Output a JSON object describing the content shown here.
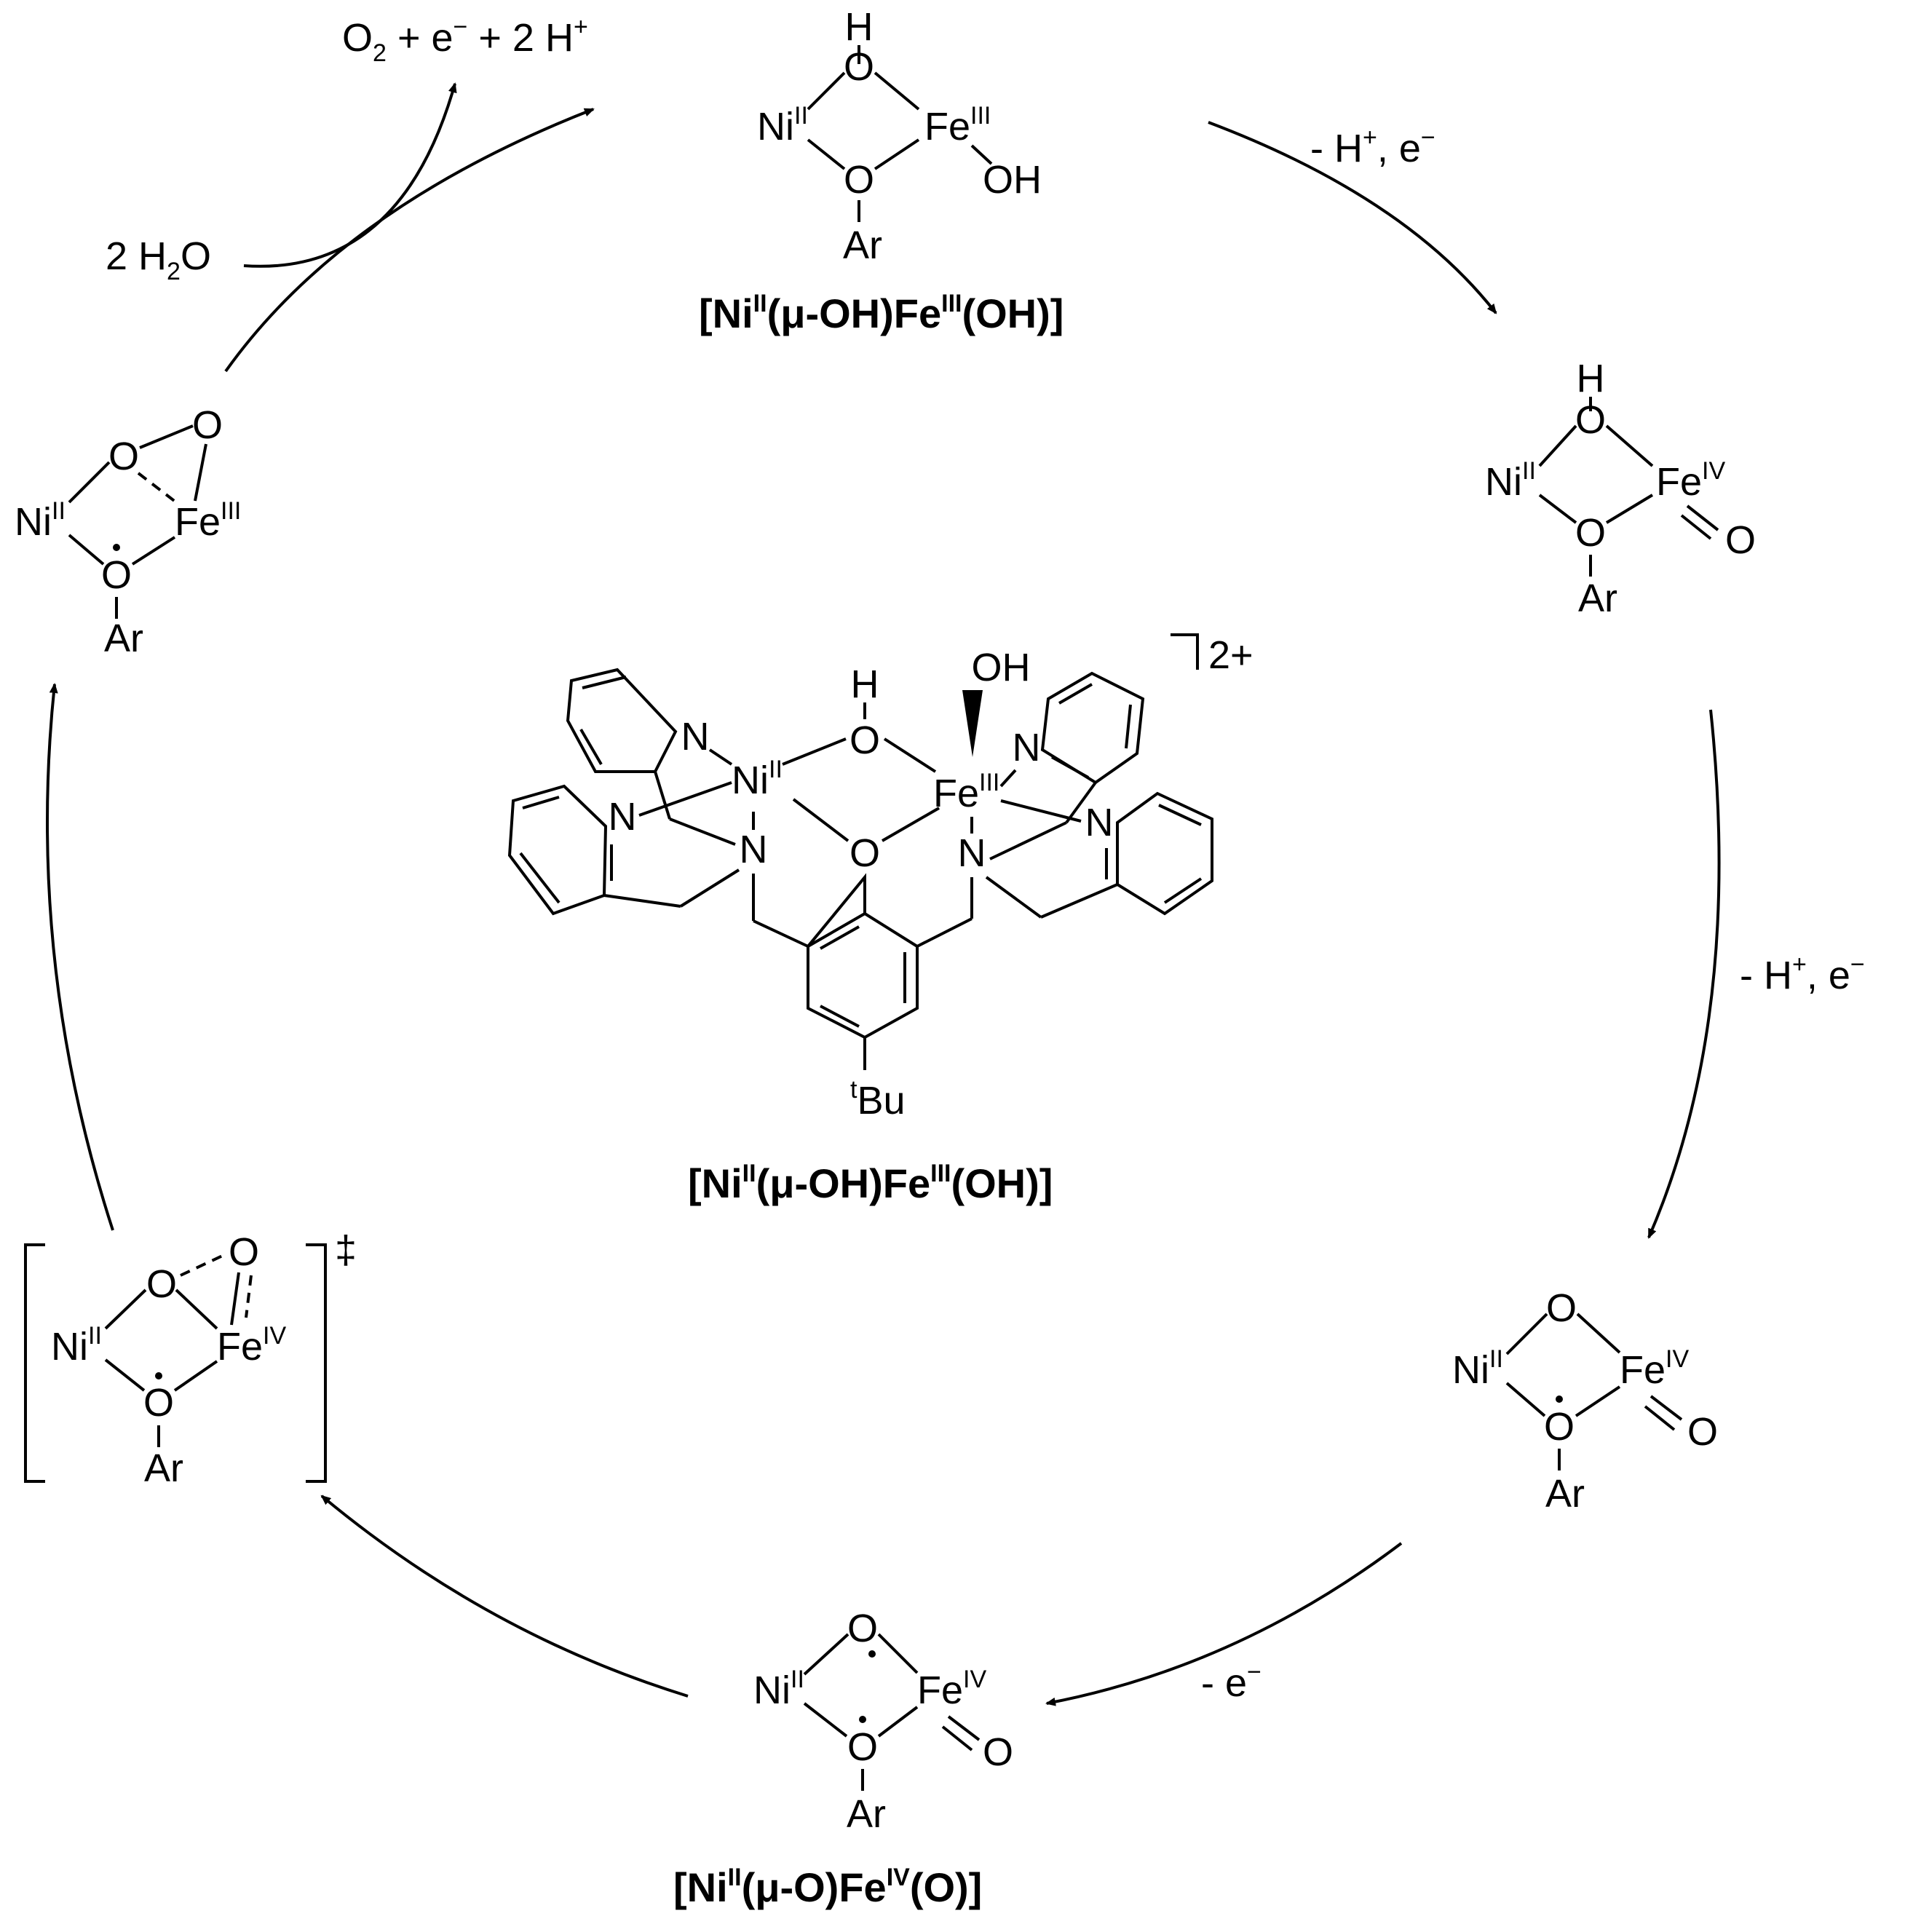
{
  "steps": {
    "s1": "- H",
    "s1_sup": "+",
    "s1_rest": ", e",
    "s1_e_sup": "−",
    "s2": "- H",
    "s2_sup": "+",
    "s2_rest": ", e",
    "s2_e_sup": "−",
    "s3": "- e",
    "s3_sup": "−",
    "water": "2 H",
    "water_sub": "2",
    "water_o": "O",
    "o2_o": "O",
    "o2_sub": "2",
    "o2_rest": " + e",
    "o2_e_sup": "−",
    "o2_rest2": " + 2 H",
    "o2_h_sup": "+"
  },
  "atoms": {
    "ni": "Ni",
    "fe": "Fe",
    "o": "O",
    "oh": "OH",
    "h": "H",
    "ar": "Ar",
    "n": "N",
    "bu": "Bu",
    "t": "t",
    "ii": "II",
    "iii": "III",
    "iv": "IV",
    "eqo": "O"
  },
  "charges": {
    "complex": "2+",
    "ts": "‡"
  },
  "labels": {
    "top": {
      "a": "[Ni",
      "a_sup": "II",
      "b": "(μ-OH)Fe",
      "b_sup": "III",
      "c": "(OH)]"
    },
    "center": {
      "a": "[Ni",
      "a_sup": "II",
      "b": "(μ-OH)Fe",
      "b_sup": "III",
      "c": "(OH)]"
    },
    "bottom": {
      "a": "[Ni",
      "a_sup": "II",
      "b": "(μ-O)Fe",
      "b_sup": "IV",
      "c": "(O)]"
    }
  }
}
